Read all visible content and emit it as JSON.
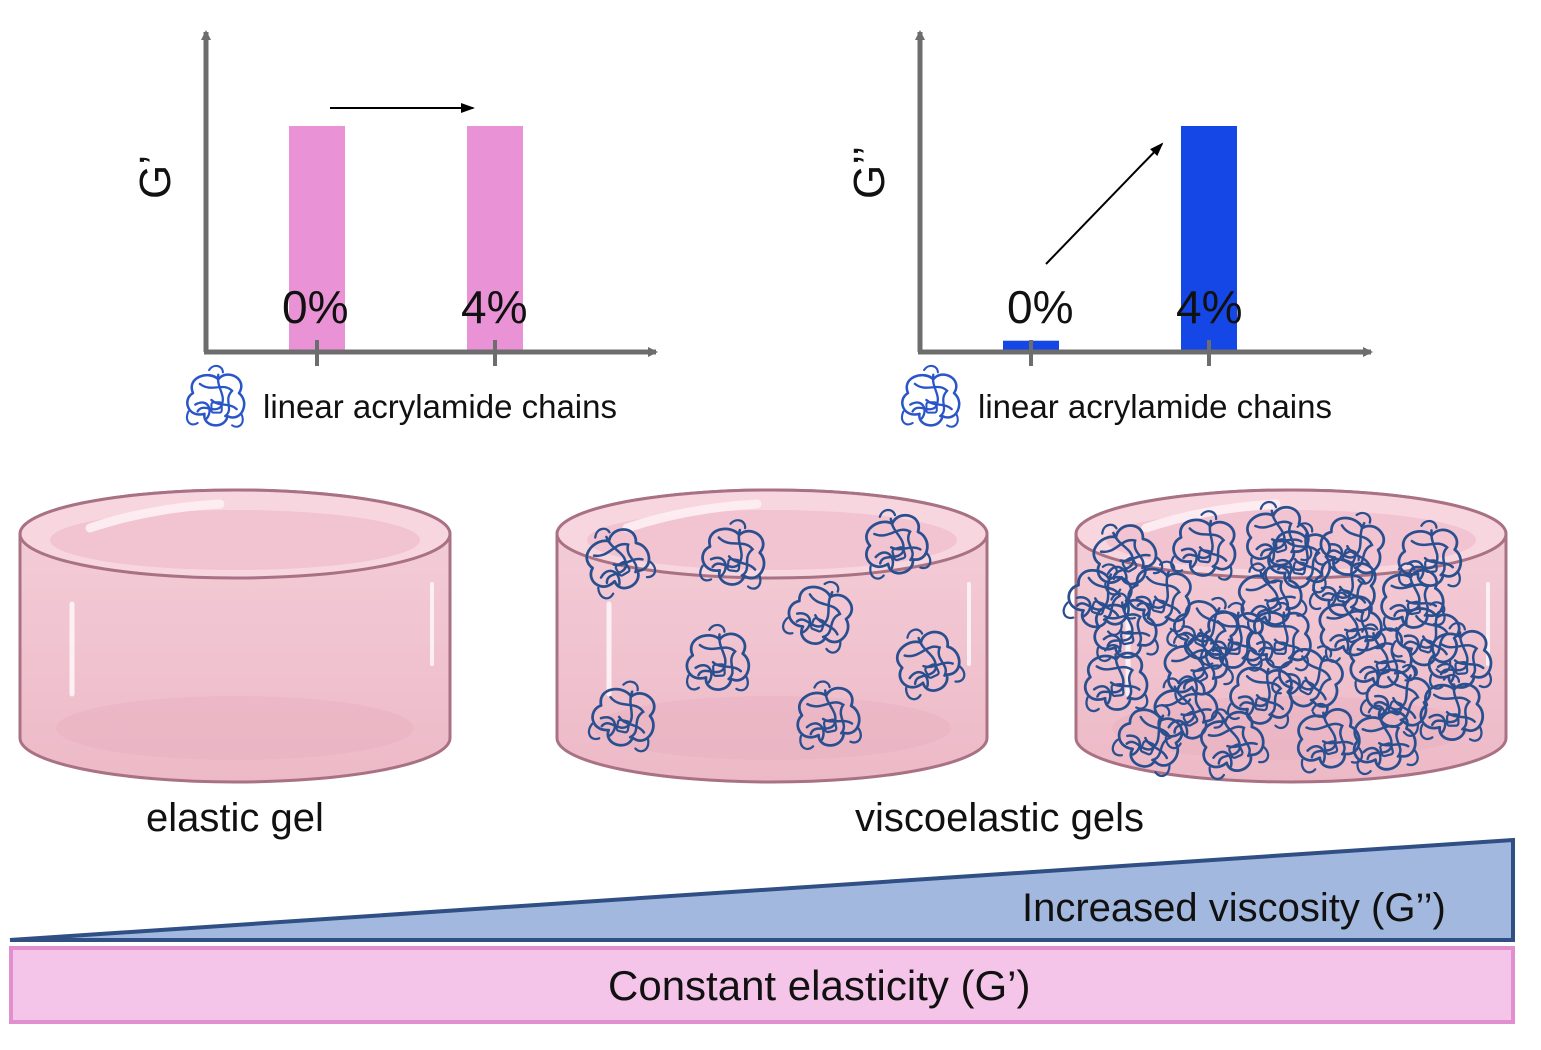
{
  "chart_data": [
    {
      "type": "bar",
      "ylabel": "G’",
      "xlabel": "linear acrylamide chains",
      "categories": [
        "0%",
        "4%"
      ],
      "values": [
        1.0,
        1.0
      ],
      "ylim": [
        0,
        1.2
      ],
      "bar_color": "#e993d6",
      "arrow": "horizontal",
      "legend_icon": "polymer-coil-icon"
    },
    {
      "type": "bar",
      "ylabel": "G’’",
      "xlabel": "linear acrylamide chains",
      "categories": [
        "0%",
        "4%"
      ],
      "values": [
        0.05,
        1.0
      ],
      "ylim": [
        0,
        1.2
      ],
      "bar_color": "#1447e6",
      "arrow": "diagonal",
      "legend_icon": "polymer-coil-icon"
    }
  ],
  "gels": {
    "elastic_label": "elastic gel",
    "viscoelastic_label": "viscoelastic gels",
    "items": [
      {
        "name": "elastic-gel",
        "coils": 0
      },
      {
        "name": "viscoelastic-gel-low",
        "coils": 8
      },
      {
        "name": "viscoelastic-gel-high",
        "coils": 30
      }
    ],
    "gel_fill": "#f2c6d2",
    "gel_stroke": "#a97284",
    "coil_color": "#2a4f8f"
  },
  "gradients": {
    "viscosity_label": "Increased viscosity (G’’)",
    "viscosity_fill": "#a3b8de",
    "viscosity_stroke": "#2f4f85",
    "elasticity_label": "Constant elasticity (G’)",
    "elasticity_fill": "#f4c5e8",
    "elasticity_stroke": "#e18fcf"
  }
}
